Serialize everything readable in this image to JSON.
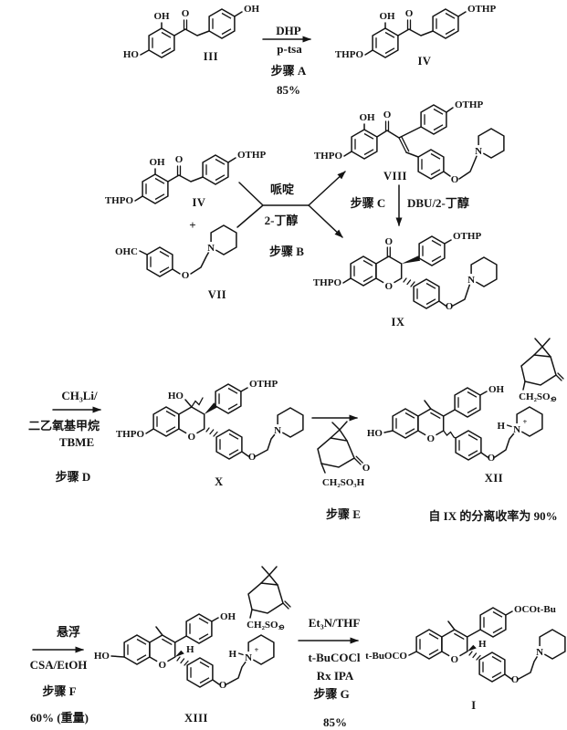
{
  "compounds": {
    "iii": {
      "id": "III",
      "oh_top": "OH",
      "o": "O",
      "ho": "HO",
      "oh_para": "OH"
    },
    "iv": {
      "id": "IV",
      "oh": "OH",
      "o": "O",
      "thpo": "THPO",
      "othp": "OTHP"
    },
    "vii": {
      "id": "VII",
      "ohc": "OHC",
      "o": "O",
      "n": "N"
    },
    "viii": {
      "id": "VIII",
      "oh": "OH",
      "o": "O",
      "thpo": "THPO",
      "othp": "OTHP",
      "o_ether": "O",
      "n": "N"
    },
    "ix": {
      "id": "IX",
      "o_carbonyl": "O",
      "thpo": "THPO",
      "othp": "OTHP",
      "o_ring": "O",
      "o_ether": "O",
      "n": "N"
    },
    "x": {
      "id": "X",
      "ho": "HO",
      "thpo": "THPO",
      "othp": "OTHP",
      "o_ring": "O",
      "o_ether": "O",
      "n": "N"
    },
    "xii": {
      "id": "XII",
      "ho": "HO",
      "oh": "OH",
      "o_ring": "O",
      "o_ether": "O",
      "h": "H",
      "n": "N",
      "plus": "+",
      "sulfonate": "CH₂SO₃",
      "minus": "⊖"
    },
    "xiii": {
      "id": "XIII",
      "ho": "HO",
      "oh": "OH",
      "h_c2": "H",
      "o_ring": "O",
      "o_ether": "O",
      "h": "H",
      "n": "N",
      "plus": "+",
      "sulfonate": "CH₂SO₃",
      "minus": "⊖"
    },
    "i": {
      "id": "I",
      "tbuoco": "t-BuOCO",
      "ocotbu": "OCOt-Bu",
      "h_c2": "H",
      "o_ring": "O",
      "o_ether": "O",
      "n": "N"
    }
  },
  "steps": {
    "a": {
      "reagent": "DHP",
      "catalyst": "p-tsa",
      "step": "步骤 A",
      "yield": "85%"
    },
    "b": {
      "reagent": "哌啶",
      "solvent": "2-丁醇",
      "step": "步骤 B"
    },
    "c": {
      "step": "步骤 C",
      "reagent": "DBU/2-丁醇"
    },
    "d": {
      "reagent": "CH₃Li/",
      "solvent1": "二乙氧基甲烷",
      "solvent2": "TBME",
      "step": "步骤 D"
    },
    "e": {
      "step": "步骤 E",
      "acid": "CH₂SO₃H",
      "o": "O"
    },
    "f": {
      "condition": "悬浮",
      "reagent": "CSA/EtOH",
      "step": "步骤 F",
      "yield": "60% (重量)"
    },
    "g": {
      "reagent": "Et₃N/THF",
      "reagent2": "t-BuCOCl",
      "reagent3": "Rx IPA",
      "step": "步骤 G",
      "yield": "85%"
    }
  },
  "labels": {
    "plus": "+"
  },
  "note_xii_yield": "自 IX 的分离收率为 90%"
}
